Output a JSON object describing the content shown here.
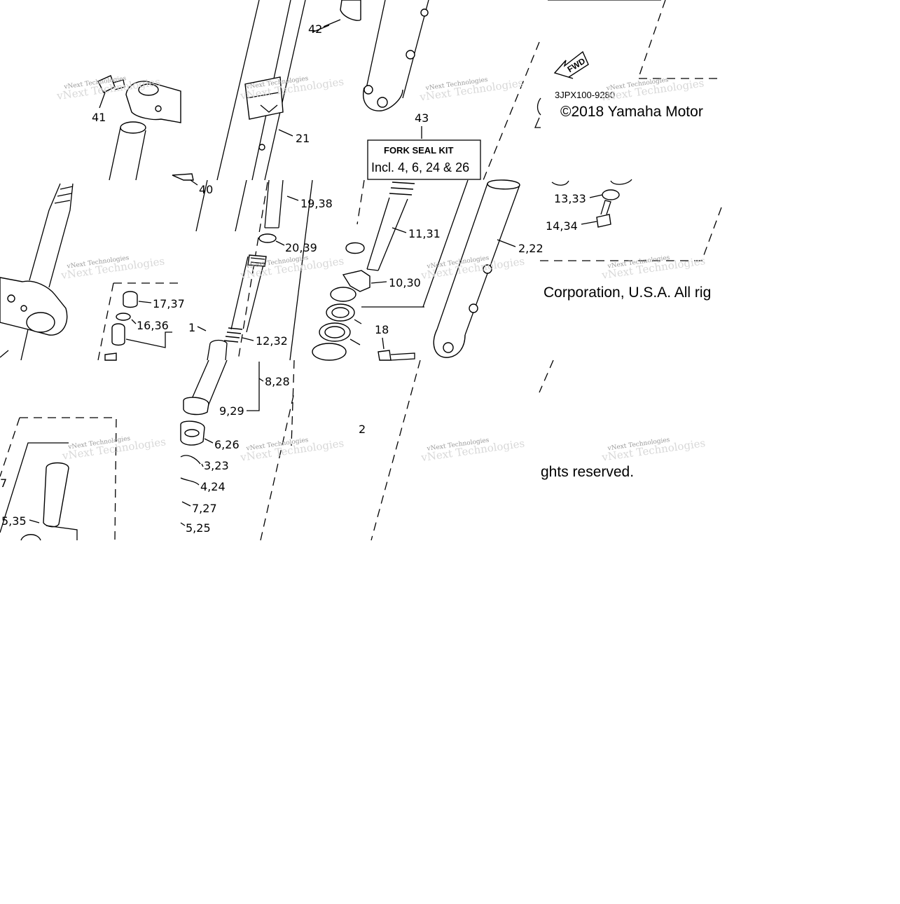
{
  "diagram": {
    "part_number": "3JPX100-9280",
    "copyright": {
      "line1": "©2018 Yamaha Motor",
      "line2": "Corporation, U.S.A. All rig",
      "line3": "ghts reserved."
    },
    "fwd_label": "FWD",
    "kit": {
      "callout": "43",
      "title": "FORK SEAL KIT",
      "contents": "Incl. 4, 6, 24 & 26"
    },
    "watermark": "vNext Technologies",
    "callouts": [
      "42",
      "41",
      "21",
      "40",
      "19,38",
      "11,31",
      "2,22",
      "13,33",
      "14,34",
      "20,39",
      "10,30",
      "17,37",
      "16,36",
      "1",
      "12,32",
      "18",
      "8,28",
      "9,29",
      "6,26",
      "3,23",
      "4,24",
      "7,27",
      "5,25",
      "5,35",
      "2",
      "7"
    ]
  }
}
